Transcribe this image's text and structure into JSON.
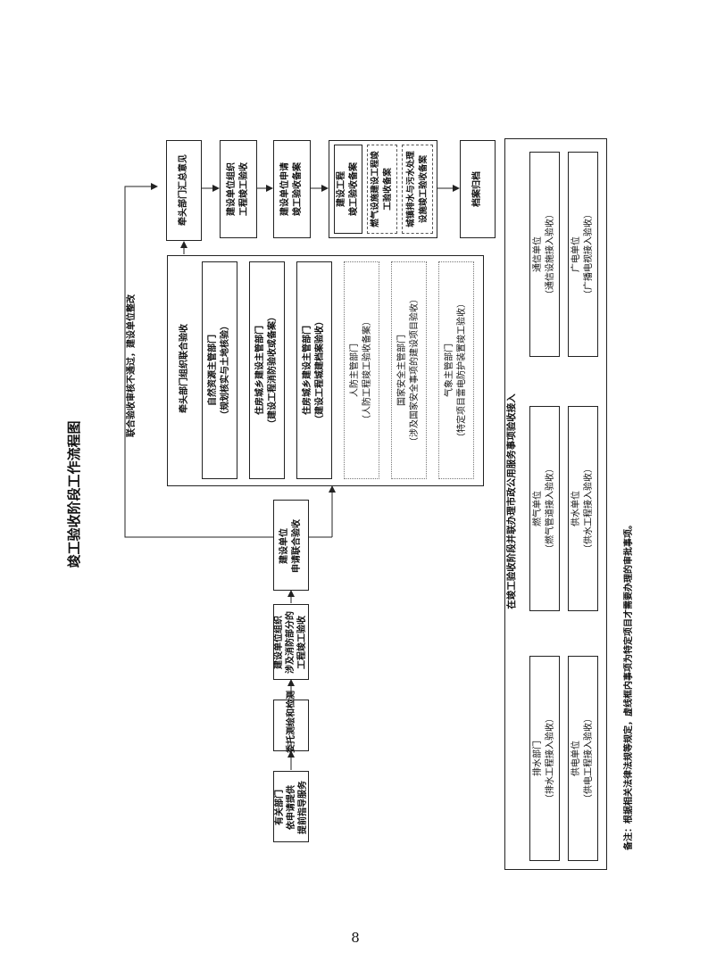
{
  "title": "竣工验收阶段工作流程图",
  "note": "备注：根据相关法律法规等规定，虚线框内事项为特定项目才需要办理的审批事项。",
  "page_number": "8",
  "bottom_row": {
    "guidance": "有关部门\n依申请提供\n提前指导服务",
    "survey": "委托测绘和检测",
    "fire_acceptance": "建设单位组织\n涉及消防部分的\n工程竣工验收",
    "apply_joint": "建设单位\n申请联合验收"
  },
  "loop_label": "联合验收审核不通过，建设单位整改",
  "joint_group": {
    "title": "牵头部门组织联合验收",
    "items": [
      {
        "label": "自然资源主管部门\n（规划核实与土地核验）"
      },
      {
        "label": "住房城乡建设主管部门\n（建设工程消防验收或备案）"
      },
      {
        "label": "住房城乡建设主管部门\n（建设工程城建档案验收）"
      },
      {
        "label": "人防主管部门\n（人防工程竣工验收备案）"
      },
      {
        "label": "国家安全主管部门\n（涉及国家安全事项的建设项目验收）"
      },
      {
        "label": "气象主管部门\n（特定项目雷电防护装置竣工验收）"
      }
    ]
  },
  "top_row": {
    "lead_summary": "牵头部门汇总意见",
    "org_acceptance": "建设单位组织\n工程竣工验收",
    "filing_apply": "建设单位申请\n竣工验收备案",
    "filing_main": "建设工程\n竣工验收备案",
    "filing_gas": "燃气设施建设工程竣\n工验收备案",
    "filing_drain": "城镇排水与污水处理\n设施竣工验收备案",
    "archive": "档案归档"
  },
  "utilities": {
    "title": "在竣工验收阶段并联办理市政公用服务事项验收接入",
    "items": [
      {
        "label": "通信单位\n（通信设施接入验收）"
      },
      {
        "label": "广电单位\n（广播电视接入验收）"
      },
      {
        "label": "燃气单位\n（燃气管道接入验收）"
      },
      {
        "label": "供水单位\n（供水工程接入验收）"
      },
      {
        "label": "排水部门\n（排水工程接入验收）"
      },
      {
        "label": "供电单位\n（供电工程接入验收）"
      }
    ]
  }
}
